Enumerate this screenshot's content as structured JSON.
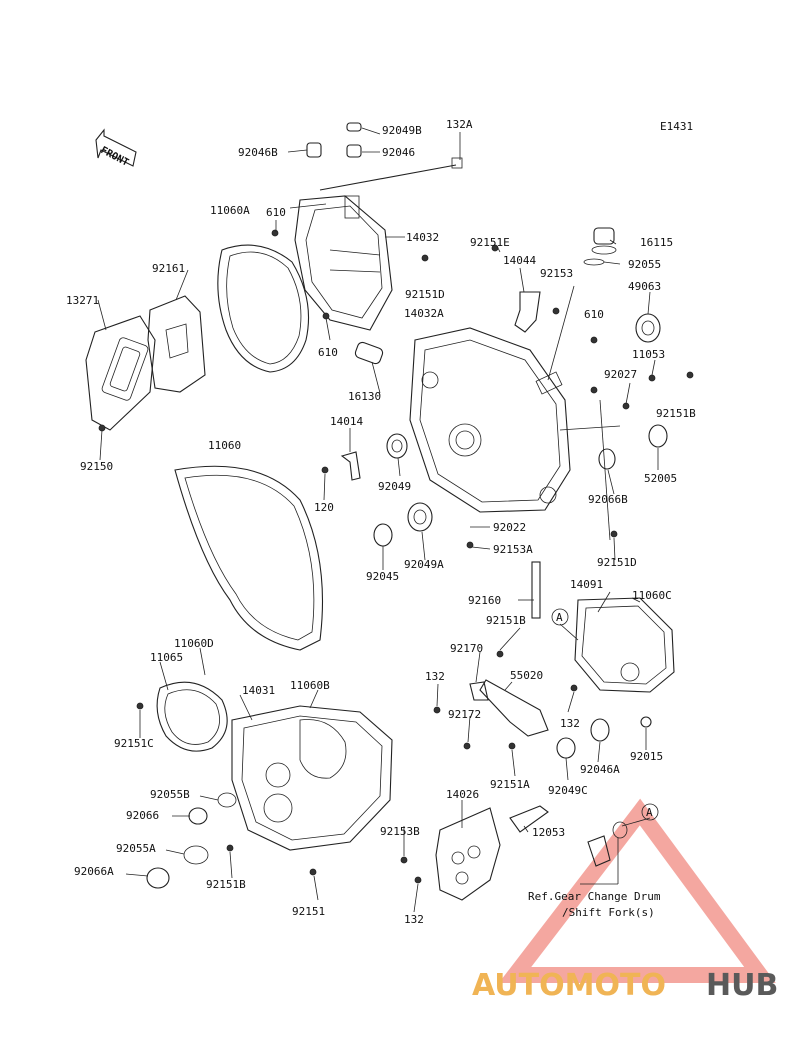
{
  "diagram_code": "E1431",
  "front_label": "FRONT",
  "ref_note_line1": "Ref.Gear Change Drum",
  "ref_note_line2": "/Shift Fork(s)",
  "circle_ref": "A",
  "watermark": {
    "part1": "AUTOMOTO",
    "part2": "HUB"
  },
  "parts": [
    "92049B",
    "132A",
    "92046B",
    "92046",
    "11060A",
    "610",
    "14032",
    "92151E",
    "14044",
    "92153",
    "16115",
    "92055",
    "92161",
    "92151D",
    "14032A",
    "49063",
    "13271",
    "610",
    "610",
    "16130",
    "11053",
    "92027",
    "92151B",
    "14014",
    "92049",
    "52005",
    "92150",
    "11060",
    "120",
    "92066B",
    "92022",
    "92049A",
    "92153A",
    "92045",
    "92151D",
    "92160",
    "14091",
    "11060C",
    "92151B",
    "92170",
    "55020",
    "11060D",
    "11065",
    "132",
    "14031",
    "11060B",
    "92172",
    "132",
    "92151C",
    "92046A",
    "92015",
    "92151A",
    "92055B",
    "92066",
    "92049C",
    "14026",
    "12053",
    "92153B",
    "92055A",
    "92066A",
    "92151B",
    "92151",
    "132"
  ]
}
